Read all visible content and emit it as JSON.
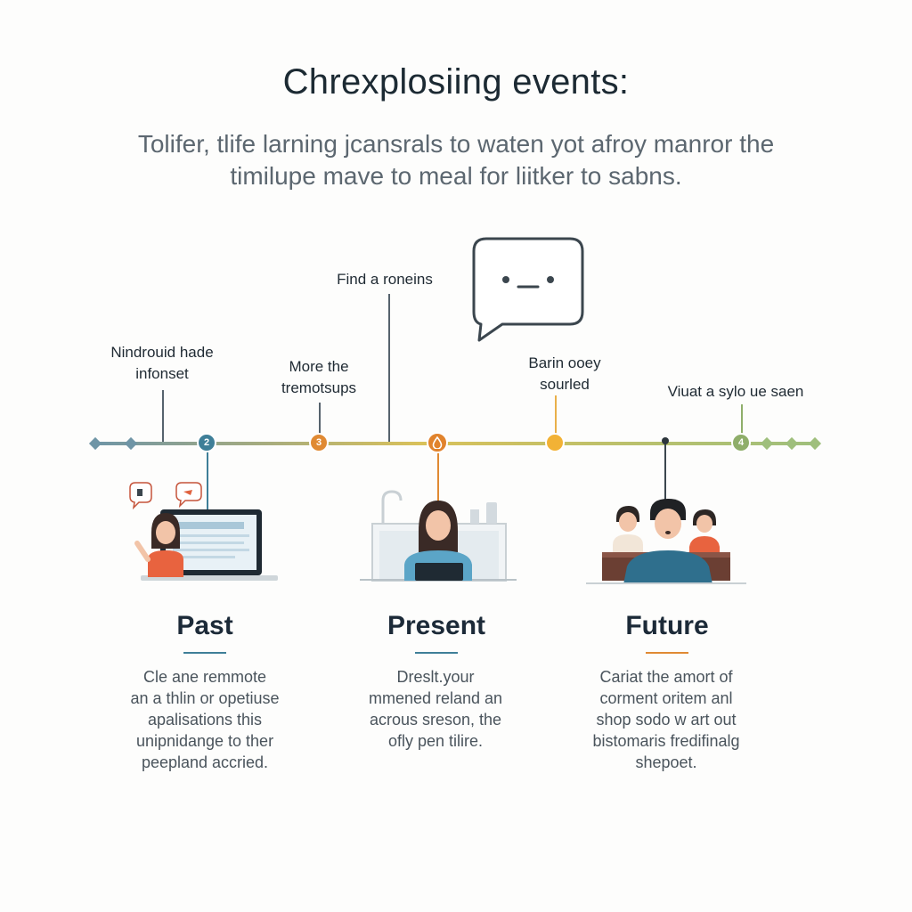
{
  "header": {
    "title": "Chrexplosiing events:",
    "subtitle_lines": [
      "Tolifer, tlife larning jcansrals to waten yot afroy manror the",
      "timilupe mave to meal for liitker to sabns."
    ]
  },
  "callouts": [
    {
      "lines": [
        "Nindrouid hade",
        "infonset"
      ]
    },
    {
      "lines": [
        "More the",
        "tremotsups"
      ]
    },
    {
      "lines": [
        "Find a roneins"
      ]
    },
    {
      "lines": [
        "Barin ooey",
        "sourled"
      ]
    },
    {
      "lines": [
        "Viuat a sylo ue saen"
      ]
    }
  ],
  "markers": [
    {
      "label": "2",
      "color": "#3f7f98"
    },
    {
      "label": "3",
      "color": "#e08a33"
    },
    {
      "label": "",
      "color": "#e1832c",
      "icon": "drop-icon"
    },
    {
      "label": "",
      "color": "#f2b235"
    },
    {
      "label": "4",
      "color": "#8fae6a"
    }
  ],
  "colors": {
    "line_left": "#6f95a6",
    "line_mid": "#d9c15a",
    "line_right": "#9fbf7c",
    "accent_blue": "#3f7f98",
    "accent_orange": "#e08a33",
    "accent_green": "#8fae6a"
  },
  "icons": {
    "chat_bubble": "speech-bubble-icon"
  },
  "sections": [
    {
      "heading": "Past",
      "underline_color": "#3f7f98",
      "desc": [
        "Cle ane remmote",
        "an a thlin or opetiuse",
        "apalisations this",
        "unipnidange to ther",
        "peepland accried."
      ]
    },
    {
      "heading": "Present",
      "underline_color": "#3f7f98",
      "desc": [
        "Dreslt.your",
        "mmened reland an",
        "acrous sreson, the",
        "ofly pen tilire."
      ]
    },
    {
      "heading": "Future",
      "underline_color": "#e08a33",
      "desc": [
        "Cariat the amort of",
        "corment oritem anl",
        "shop sodo w art out",
        "bistomaris fredifinalg",
        "shepoet."
      ]
    }
  ]
}
